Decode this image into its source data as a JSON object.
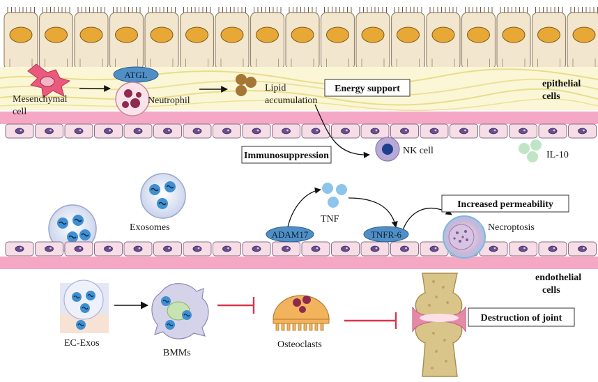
{
  "labels": {
    "mesenchymal": [
      "Mesenchymal",
      "cell"
    ],
    "atgl": "ATGL",
    "neutrophil": "Neutrophil",
    "lipid": [
      "Lipid",
      "accumulation"
    ],
    "energy_support": "Energy support",
    "epithelial": [
      "epithelial",
      "cells"
    ],
    "immunosuppression": "Immunosuppression",
    "nk_cell": "NK cell",
    "il10": "IL-10",
    "exosomes": "Exosomes",
    "tnf": "TNF",
    "adam17": "ADAM17",
    "tnfr6": "TNFR-6",
    "increased_permeability": "Increased permeability",
    "necroptosis": "Necroptosis",
    "endothelial": [
      "endothelial",
      "cells"
    ],
    "ec_exos": "EC-Exos",
    "bmms": "BMMs",
    "osteoclasts": "Osteoclasts",
    "destruction": "Destruction of joint"
  },
  "colors": {
    "membrane": "#f4a8c4",
    "endothelial_cell": "#f6dde6",
    "epithelial_cell": "#f3e6cf",
    "nucleus_yellow": "#e8a836",
    "pill_blue": "#4f8fc6",
    "inhibit_red": "#d9364a",
    "exosome_blue": "#3f8fd1"
  }
}
